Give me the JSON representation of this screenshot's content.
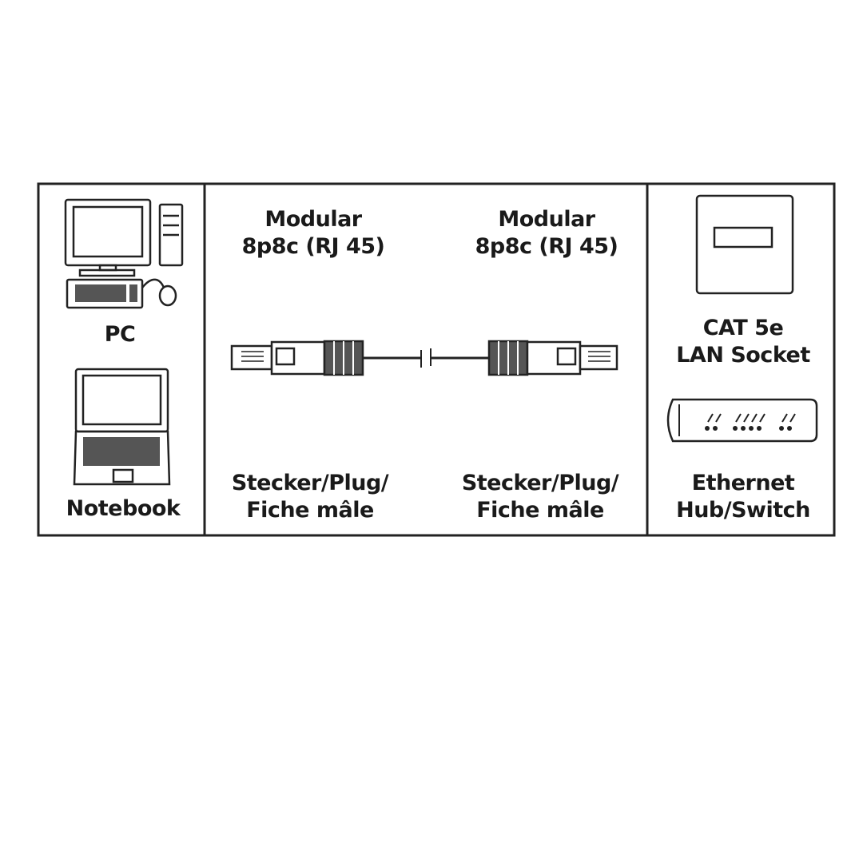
{
  "pc_label": "PC",
  "notebook_label": "Notebook",
  "left_connector": {
    "line1": "Modular",
    "line2": "8p8c (RJ 45)"
  },
  "right_connector": {
    "line1": "Modular",
    "line2": "8p8c (RJ 45)"
  },
  "left_plug": {
    "line1": "Stecker/Plug/",
    "line2": "Fiche mâle"
  },
  "right_plug": {
    "line1": "Stecker/Plug/",
    "line2": "Fiche mâle"
  },
  "socket_label": {
    "line1": "CAT 5e",
    "line2": "LAN Socket"
  },
  "hub_label": {
    "line1": "Ethernet",
    "line2": "Hub/Switch"
  },
  "icons": [
    "desktop-pc-icon",
    "notebook-icon",
    "rj45-plug-icon",
    "lan-socket-icon",
    "ethernet-hub-icon"
  ]
}
